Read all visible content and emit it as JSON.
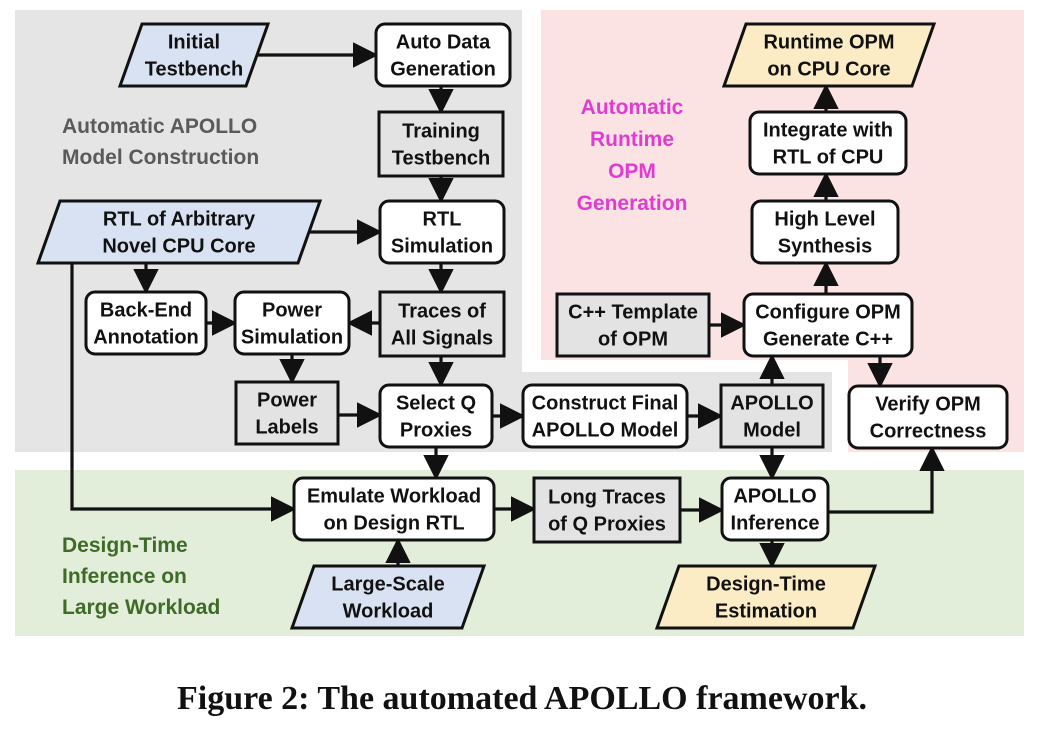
{
  "regions": {
    "construction": {
      "label": [
        "Automatic APOLLO",
        "Model Construction"
      ],
      "color": "#5a5a5a",
      "fill": "#e5e5e5"
    },
    "runtime": {
      "label": [
        "Automatic",
        "Runtime",
        "OPM",
        "Generation"
      ],
      "color": "#e03ccf",
      "fill": "#fbe3e3"
    },
    "design_time": {
      "label": [
        "Design-Time",
        "Inference on",
        "Large Workload"
      ],
      "color": "#3f6b28",
      "fill": "#e2eed9"
    }
  },
  "nodes": {
    "initial_testbench": [
      "Initial",
      "Testbench"
    ],
    "auto_data_generation": [
      "Auto Data",
      "Generation"
    ],
    "training_testbench": [
      "Training",
      "Testbench"
    ],
    "rtl_arbitrary": [
      "RTL of Arbitrary",
      "Novel CPU Core"
    ],
    "rtl_simulation": [
      "RTL",
      "Simulation"
    ],
    "back_end_annotation": [
      "Back-End",
      "Annotation"
    ],
    "power_simulation": [
      "Power",
      "Simulation"
    ],
    "traces_all_signals": [
      "Traces of",
      "All Signals"
    ],
    "power_labels": [
      "Power",
      "Labels"
    ],
    "select_q_proxies": [
      "Select Q",
      "Proxies"
    ],
    "construct_final_model": [
      "Construct Final",
      "APOLLO Model"
    ],
    "apollo_model": [
      "APOLLO",
      "Model"
    ],
    "runtime_opm_cpu": [
      "Runtime OPM",
      "on CPU Core"
    ],
    "integrate_rtl_cpu": [
      "Integrate with",
      "RTL of CPU"
    ],
    "high_level_synthesis": [
      "High Level",
      "Synthesis"
    ],
    "cpp_template_opm": [
      "C++ Template",
      "of OPM"
    ],
    "configure_opm": [
      "Configure OPM",
      "Generate C++"
    ],
    "verify_opm": [
      "Verify OPM",
      "Correctness"
    ],
    "emulate_workload": [
      "Emulate Workload",
      "on Design RTL"
    ],
    "long_traces": [
      "Long Traces",
      "of Q Proxies"
    ],
    "apollo_inference": [
      "APOLLO",
      "Inference"
    ],
    "large_scale_workload": [
      "Large-Scale",
      "Workload"
    ],
    "design_time_estimation": [
      "Design-Time",
      "Estimation"
    ]
  },
  "colors": {
    "input_blue": "#d9e2f2",
    "output_yellow": "#fcecc5",
    "gray_box": "#e3e3e3",
    "white_box": "#ffffff"
  },
  "caption": "Figure 2: The automated APOLLO framework."
}
